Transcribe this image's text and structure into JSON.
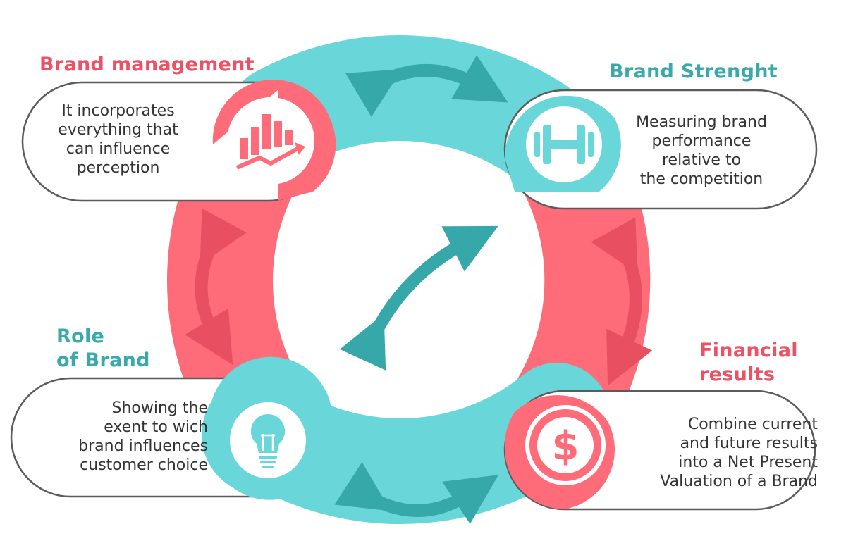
{
  "colors": {
    "coral": "#fd6c78",
    "coral_dark": "#e85062",
    "teal": "#69d6da",
    "teal_dark": "#36a8aa",
    "card_border": "#5b5b5b",
    "title_coral": "#ec5164",
    "title_teal": "#3aa9ab"
  },
  "cards": {
    "brand_management": {
      "title": "Brand management",
      "text": "It incorporates\neverything that\ncan influence\nperception",
      "icon": "bar-chart-growth-icon"
    },
    "brand_strength": {
      "title": "Brand Strenght",
      "text": "Measuring brand\nperformance\nrelative to\nthe competition",
      "icon": "dumbbell-icon"
    },
    "financial_results": {
      "title": "Financial\nresults",
      "text": "Combine current\nand future results\ninto a Net Present\nValuation of a Brand",
      "icon": "dollar-coin-icon"
    },
    "role_of_brand": {
      "title": "Role\nof Brand",
      "text": "Showing the\nexent to wich\nbrand influences\ncustomer choice",
      "icon": "lightbulb-icon"
    }
  }
}
